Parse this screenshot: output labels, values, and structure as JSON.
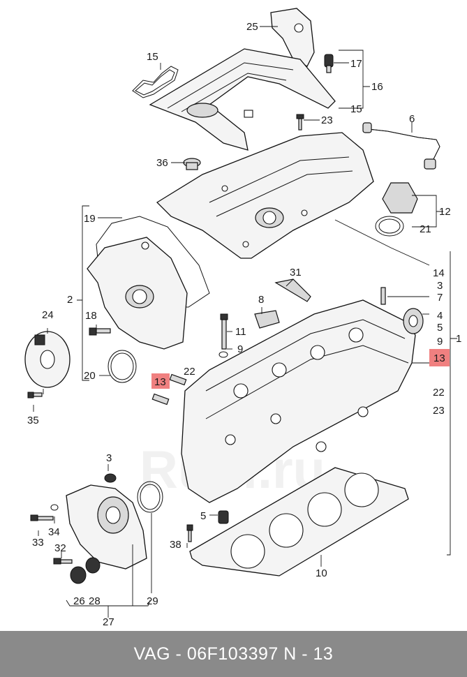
{
  "diagram": {
    "labels": [
      "25",
      "15",
      "17",
      "16",
      "15",
      "23",
      "6",
      "36",
      "12",
      "21",
      "19",
      "14",
      "3",
      "7",
      "4",
      "5",
      "9",
      "1",
      "13",
      "22",
      "23",
      "2",
      "31",
      "8",
      "11",
      "9",
      "18",
      "24",
      "22",
      "13",
      "20",
      "35",
      "3",
      "34",
      "33",
      "32",
      "26",
      "28",
      "27",
      "29",
      "5",
      "38",
      "10"
    ],
    "highlight_color": "#f08080"
  },
  "watermark": "Rubi.ru",
  "footer": {
    "text": "VAG - 06F103397     N - 13",
    "background": "#8a8a8a"
  }
}
